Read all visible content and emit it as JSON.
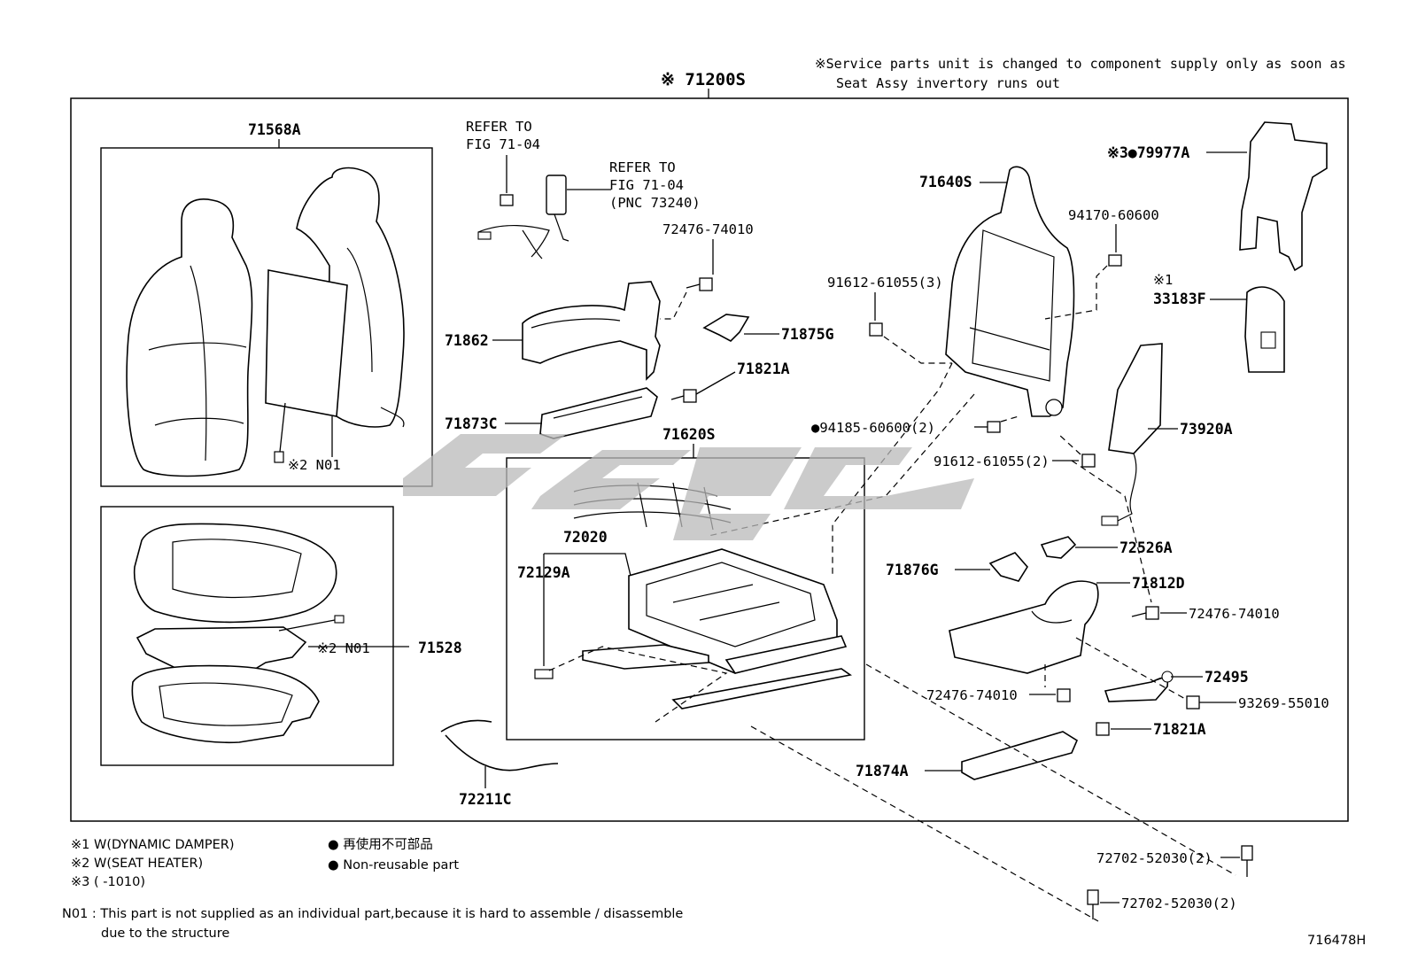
{
  "header": {
    "assembly_code": "※ 71200S",
    "service_note_line1": "※Service parts unit is changed to component supply only as soon as",
    "service_note_line2": "Seat Assy invertory runs out"
  },
  "callouts": {
    "p71568A": "71568A",
    "refer1_l1": "REFER TO",
    "refer1_l2": "FIG 71-04",
    "refer2_l1": "REFER TO",
    "refer2_l2": "FIG 71-04",
    "refer2_l3": "(PNC 73240)",
    "p72476_a": "72476-74010",
    "p71862": "71862",
    "p71875G": "71875G",
    "p71821A_a": "71821A",
    "p71873C": "71873C",
    "p71620S": "71620S",
    "p72020": "72020",
    "p72129A": "72129A",
    "p71640S": "71640S",
    "p94170": "94170-60600",
    "p91612_3": "91612-61055(3)",
    "p94185": "●94185-60600(2)",
    "p91612_2": "91612-61055(2)",
    "p79977A": "※3●79977A",
    "p33183F_mark": "※1",
    "p33183F": "33183F",
    "p73920A": "73920A",
    "n01_a": "※2 N01",
    "n01_b": "※2 N01",
    "p71528": "71528",
    "p72526A": "72526A",
    "p71876G": "71876G",
    "p71812D": "71812D",
    "p72476_b": "72476-74010",
    "p72495": "72495",
    "p72476_c": "72476-74010",
    "p93269": "93269-55010",
    "p71821A_b": "71821A",
    "p71874A": "71874A",
    "p72211C": "72211C",
    "p72702_a": "72702-52030(2)",
    "p72702_b": "72702-52030(2)"
  },
  "legend": {
    "note1": "※1  W(DYNAMIC  DAMPER)",
    "note2": "※2  W(SEAT HEATER)",
    "note3": "※3  (      -1010)",
    "nonreuse_jp": "● 再使用不可部品",
    "nonreuse_en": "● Non-reusable part",
    "n01_line1": "N01 : This part is not supplied as an individual part,because it is hard to assemble / disassemble",
    "n01_line2": "due to the structure"
  },
  "figure_id": "716478H",
  "watermark_color": "#b9b9b9"
}
